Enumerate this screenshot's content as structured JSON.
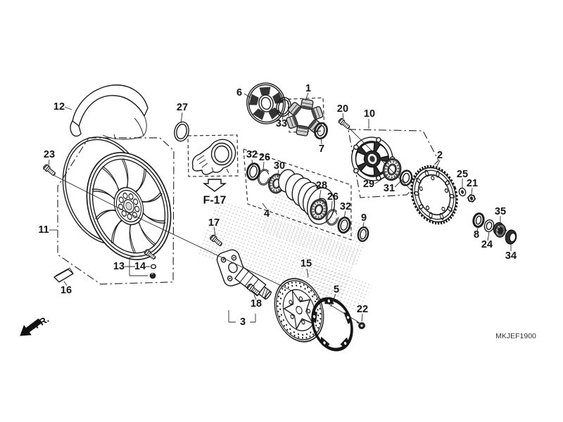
{
  "diagram": {
    "code": "MKJEF1900",
    "front_marker": "FR.",
    "reference_label": "F-17",
    "callouts": {
      "1": "1",
      "2": "2",
      "3": "3",
      "4": "4",
      "5": "5",
      "6": "6",
      "7": "7",
      "8": "8",
      "9": "9",
      "10": "10",
      "11": "11",
      "12": "12",
      "13": "13",
      "14": "14",
      "15": "15",
      "16": "16",
      "17": "17",
      "18": "18",
      "20": "20",
      "21": "21",
      "22": "22",
      "23": "23",
      "24": "24",
      "25": "25",
      "26": "26",
      "27": "27",
      "28": "28",
      "29": "29",
      "30": "30",
      "31": "31",
      "32": "32",
      "33": "33",
      "34": "34",
      "35": "35"
    }
  }
}
